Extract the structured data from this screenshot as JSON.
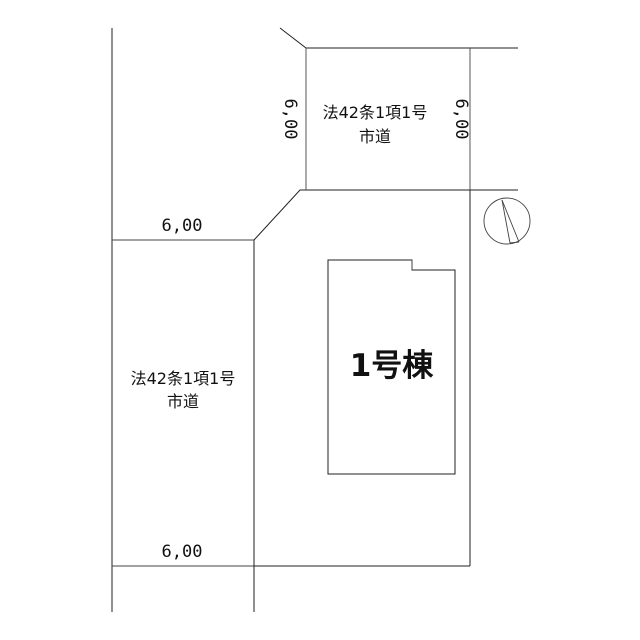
{
  "road_top": {
    "label_line1": "法42条1項1号",
    "label_line2": "市道",
    "width_left": "6,00",
    "width_right": "6,00"
  },
  "road_left": {
    "label_line1": "法42条1項1号",
    "label_line2": "市道",
    "width_top": "6,00",
    "width_bottom": "6,00"
  },
  "building": {
    "label": "1号棟"
  },
  "icons": {
    "north_arrow": "north-arrow-icon"
  },
  "colors": {
    "line": "#222222",
    "background": "#ffffff"
  }
}
